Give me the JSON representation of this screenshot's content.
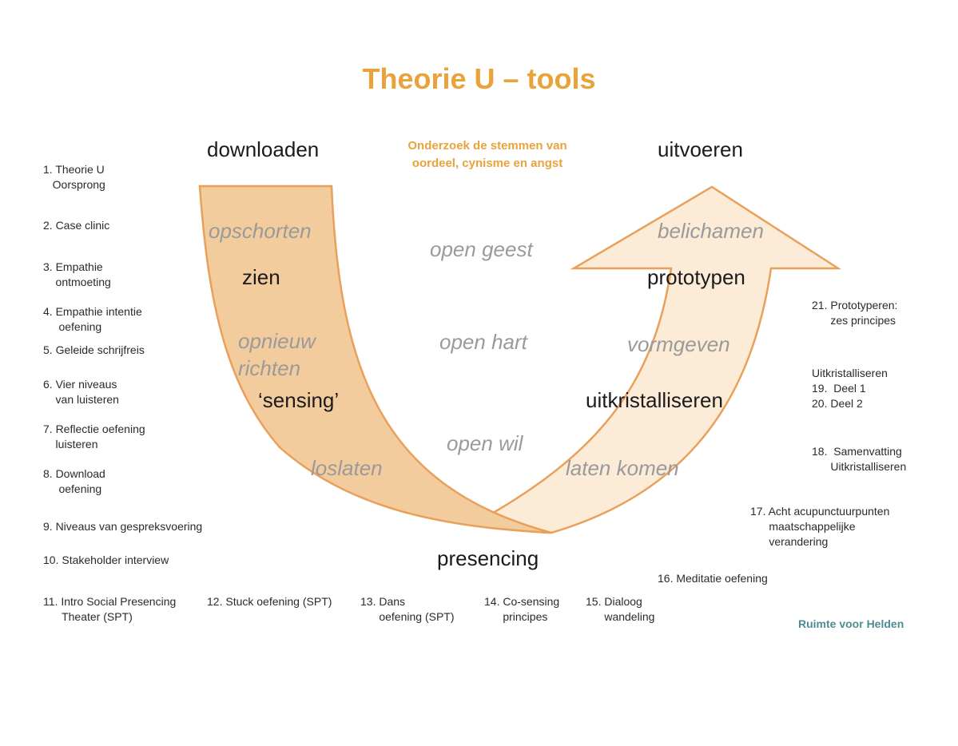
{
  "title": "Theorie U – tools",
  "center_question": "Onderzoek de stemmen van oordeel, cynisme en angst",
  "stages": {
    "downloaden": "downloaden",
    "uitvoeren": "uitvoeren",
    "zien": "zien",
    "sensing": "‘sensing’",
    "presencing": "presencing",
    "prototypen": "prototypen",
    "uitkristalliseren": "uitkristalliseren"
  },
  "actions": {
    "opschorten": "opschorten",
    "opnieuw_richten_1": "opnieuw",
    "opnieuw_richten_2": "richten",
    "loslaten": "loslaten",
    "laten_komen": "laten komen",
    "vormgeven": "vormgeven",
    "belichamen": "belichamen"
  },
  "openings": {
    "geest": "open geest",
    "hart": "open hart",
    "wil": "open wil"
  },
  "tools_left": [
    "1. Theorie U\n   Oorsprong",
    "2. Case clinic",
    "3. Empathie\n    ontmoeting",
    "4. Empathie intentie\n     oefening",
    "5. Geleide schrijfreis",
    "6. Vier niveaus\n    van luisteren",
    "7. Reflectie oefening\n    luisteren",
    "8. Download\n     oefening",
    "9. Niveaus van gespreksvoering",
    "10. Stakeholder interview",
    "11. Intro Social Presencing\n      Theater (SPT)"
  ],
  "tools_bottom": [
    "12. Stuck oefening (SPT)",
    "13. Dans\n      oefening (SPT)",
    "14. Co-sensing\n      principes",
    "15. Dialoog\n      wandeling"
  ],
  "tools_right": [
    "16. Meditatie oefening",
    "17. Acht acupunctuurpunten\n      maatschappelijke\n      verandering",
    "18.  Samenvatting\n      Uitkristalliseren",
    "Uitkristalliseren\n19.  Deel 1\n20. Deel 2",
    "21. Prototyperen:\n      zes principes"
  ],
  "credit": "Ruimte voor Helden",
  "colors": {
    "accent": "#e9a33a",
    "left_arm_fill": "#f3cc9e",
    "right_arm_fill": "#fcebd6",
    "arrow_stroke": "#e8a05a",
    "credit": "#4e8c95"
  }
}
